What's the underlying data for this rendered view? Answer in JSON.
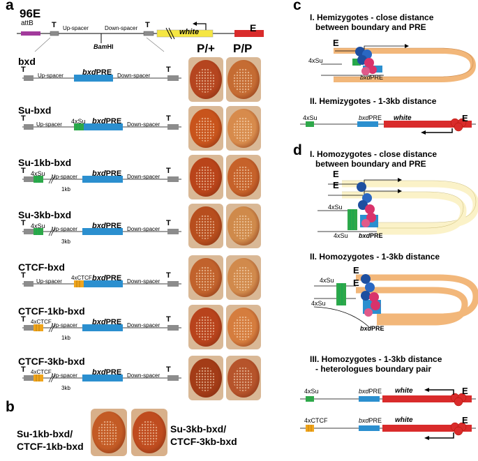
{
  "panel_labels": {
    "a": "a",
    "b": "b",
    "c": "c",
    "d": "d"
  },
  "panel_a": {
    "locus": "96E",
    "top_map": {
      "attB": "attB",
      "T": "T",
      "up_spacer": "Up-spacer",
      "down_spacer": "Down-spacer",
      "bamhi_prefix": "Bam",
      "bamhi_suffix": "HI",
      "white": "white",
      "E": "E"
    },
    "column_headers": [
      "P/+",
      "P/P"
    ],
    "constructs": [
      {
        "name": "bxd",
        "up": "Up-spacer",
        "insert": "",
        "pre": "bxdPRE",
        "down": "Down-spacer",
        "spacer_note": ""
      },
      {
        "name": "Su-bxd",
        "up": "Up-spacer",
        "insert": "4xSu",
        "pre": "bxdPRE",
        "down": "Down-spacer",
        "spacer_note": ""
      },
      {
        "name": "Su-1kb-bxd",
        "up": "Up-spacer",
        "insert": "4xSu",
        "pre": "bxdPRE",
        "down": "Down-spacer",
        "spacer_note": "1kb"
      },
      {
        "name": "Su-3kb-bxd",
        "up": "Up-spacer",
        "insert": "4xSu",
        "pre": "bxdPRE",
        "down": "Down-spacer",
        "spacer_note": "3kb"
      },
      {
        "name": "CTCF-bxd",
        "up": "Up-spacer",
        "insert": "4xCTCF",
        "pre": "bxdPRE",
        "down": "Down-spacer",
        "spacer_note": ""
      },
      {
        "name": "CTCF-1kb-bxd",
        "up": "Up-spacer",
        "insert": "4xCTCF",
        "pre": "bxdPRE",
        "down": "Down-spacer",
        "spacer_note": "1kb"
      },
      {
        "name": "CTCF-3kb-bxd",
        "up": "Up-spacer",
        "insert": "4xCTCF",
        "pre": "bxdPRE",
        "down": "Down-spacer",
        "spacer_note": "3kb"
      }
    ],
    "T": "T",
    "pre_prefix": "bxd",
    "pre_suffix": "PRE"
  },
  "panel_b": {
    "left_label_1": "Su-1kb-bxd/",
    "left_label_2": "CTCF-1kb-bxd",
    "right_label_1": "Su-3kb-bxd/",
    "right_label_2": "CTCF-3kb-bxd"
  },
  "panel_c": {
    "h1_line1": "I. Hemizygotes - close distance",
    "h1_line2": "between boundary and PRE",
    "h2": "II. Hemizygotes - 1-3kb distance",
    "E": "E",
    "su": "4xSu",
    "bxdpre_prefix": "bxd",
    "bxdpre_suffix": "PRE",
    "white": "white"
  },
  "panel_d": {
    "h1_line1": "I. Homozygotes - close distance",
    "h1_line2": "between boundary and PRE",
    "h2": "II. Homozygotes - 1-3kb distance",
    "h3_line1": "III. Homozygotes - 1-3kb distance",
    "h3_line2": "- heterologues boundary pair",
    "E": "E",
    "su": "4xSu",
    "ctcf": "4xCTCF",
    "bxdpre_prefix": "bxd",
    "bxdpre_suffix": "PRE",
    "white": "white"
  },
  "colors": {
    "pre_blue": "#2b8fcf",
    "su_green": "#2ea84a",
    "ctcf_orange": "#f0a51c",
    "white_red": "#d92b2b",
    "white_yellow": "#f5e642",
    "attb_purple": "#a23a9c",
    "T_gray": "#8c8c8c",
    "loop_orange": "#f2b77a",
    "loop_cream": "#fbf2c8"
  }
}
